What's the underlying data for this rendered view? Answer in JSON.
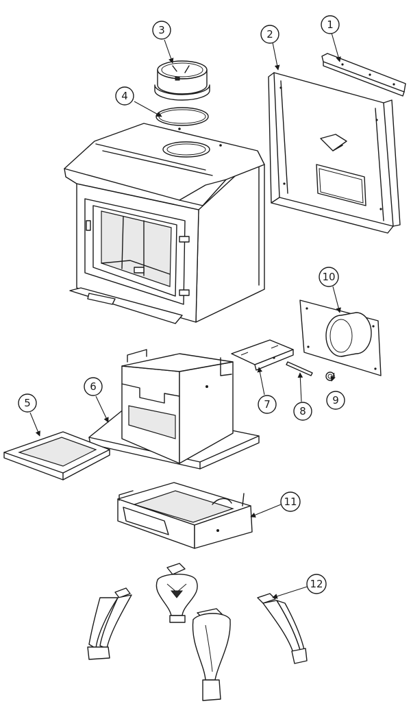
{
  "diagram": {
    "callouts": [
      {
        "id": "1",
        "label": "1"
      },
      {
        "id": "2",
        "label": "2"
      },
      {
        "id": "3",
        "label": "3"
      },
      {
        "id": "4",
        "label": "4"
      },
      {
        "id": "5",
        "label": "5"
      },
      {
        "id": "6",
        "label": "6"
      },
      {
        "id": "7",
        "label": "7"
      },
      {
        "id": "8",
        "label": "8"
      },
      {
        "id": "9",
        "label": "9"
      },
      {
        "id": "10",
        "label": "10"
      },
      {
        "id": "11",
        "label": "11"
      },
      {
        "id": "12",
        "label": "12"
      }
    ],
    "colors": {
      "line": "#1a1a1a",
      "background": "#ffffff",
      "shade": "#e9e9e9"
    }
  }
}
